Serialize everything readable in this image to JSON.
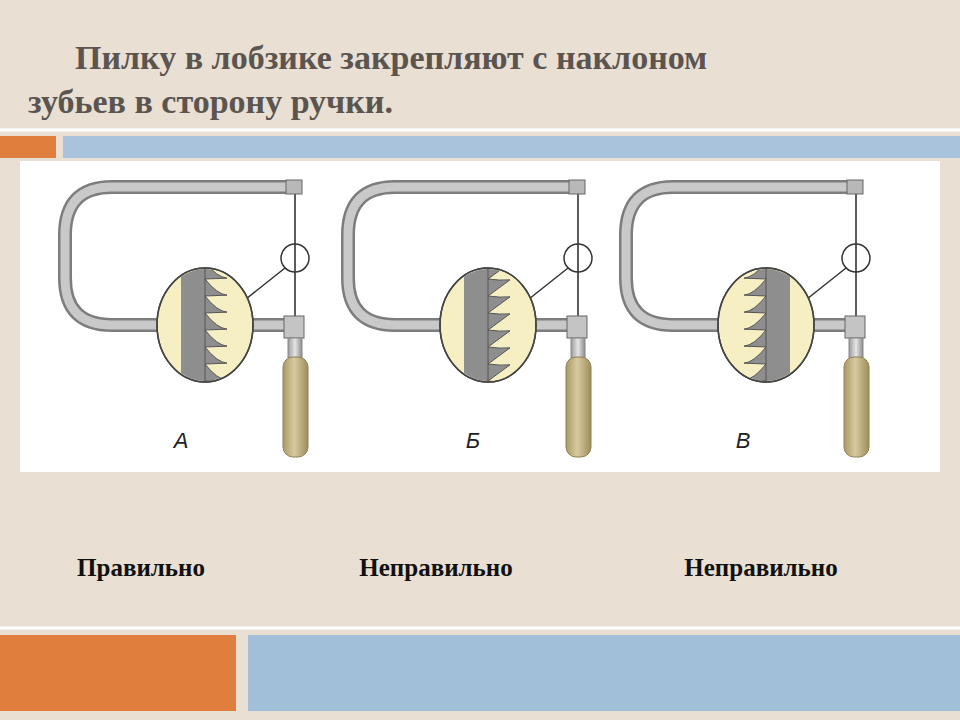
{
  "diagram": {
    "title": "Пилку в лобзике закрепляют с наклоном зубьев в сторону ручки.",
    "labels": [
      "А",
      "Б",
      "В",
      "Правильно",
      "Неправильно",
      "Неправильно"
    ]
  }
}
